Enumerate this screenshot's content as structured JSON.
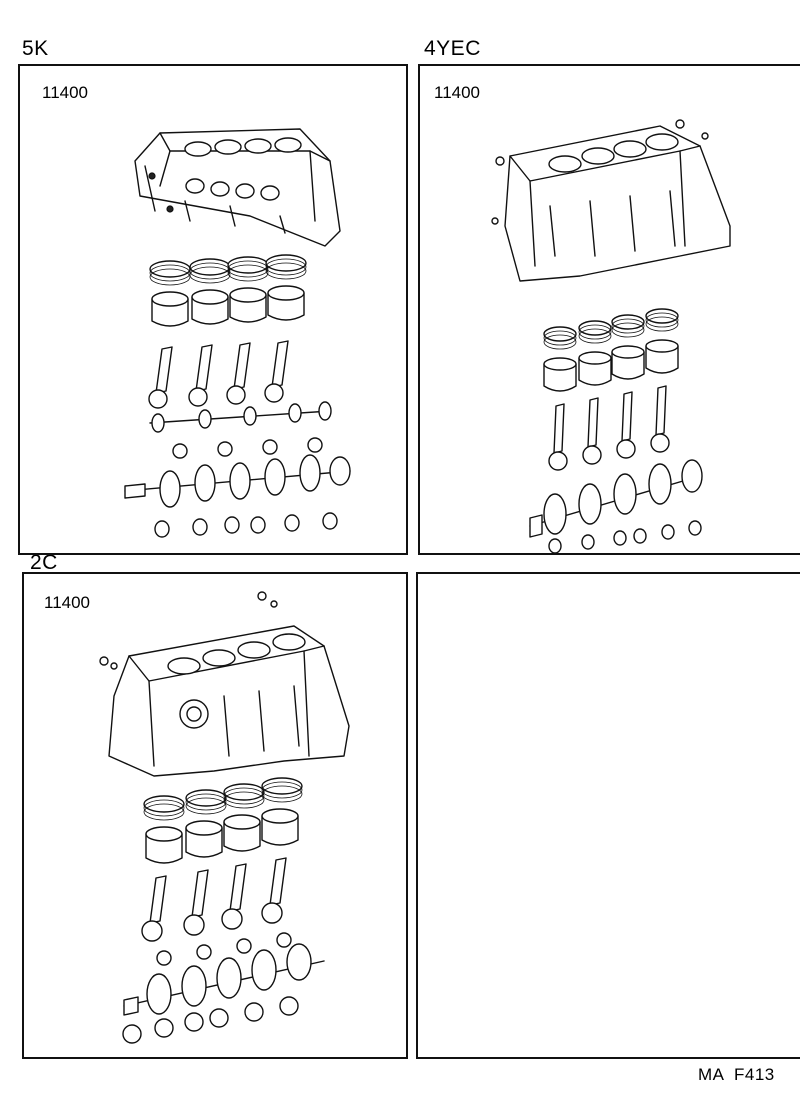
{
  "panels": [
    {
      "engine": "5K",
      "part_number": "11400"
    },
    {
      "engine": "4YEC",
      "part_number": "11400"
    },
    {
      "engine": "2C",
      "part_number": "11400"
    },
    {
      "engine": "",
      "part_number": ""
    }
  ],
  "footer": {
    "code": "MA  F413"
  }
}
